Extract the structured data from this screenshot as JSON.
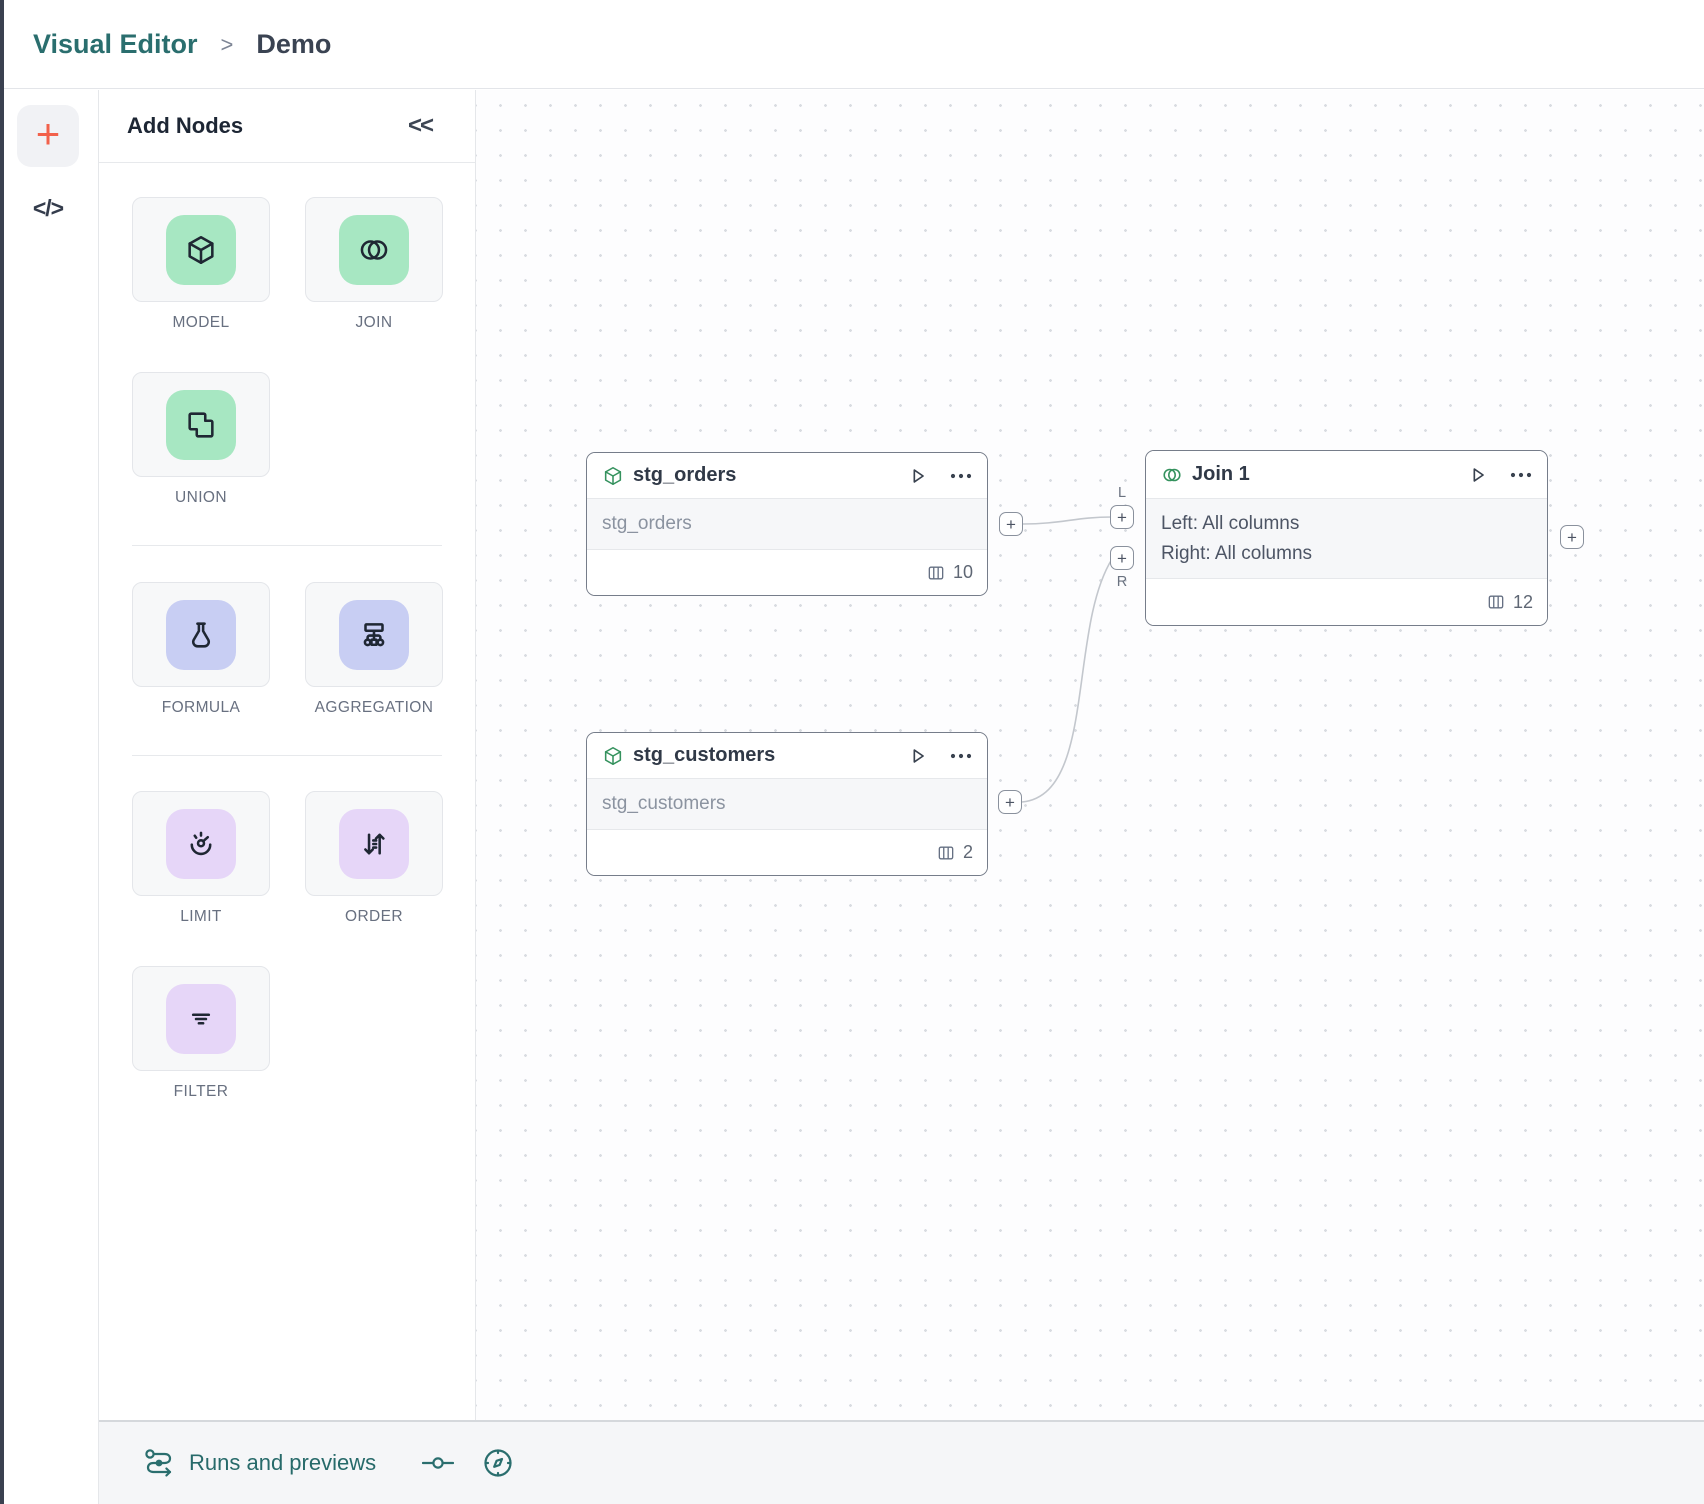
{
  "header": {
    "breadcrumb_parent": "Visual Editor",
    "breadcrumb_separator": ">",
    "breadcrumb_current": "Demo"
  },
  "rail": {
    "add_button": "+",
    "code_button": "</>"
  },
  "panel": {
    "title": "Add Nodes",
    "collapse_icon": "<<",
    "tiles": [
      {
        "label": "MODEL",
        "icon": "cube-icon",
        "color": "#a7e7c2"
      },
      {
        "label": "JOIN",
        "icon": "join-circles-icon",
        "color": "#a7e7c2"
      },
      {
        "label": "UNION",
        "icon": "union-shapes-icon",
        "color": "#a7e7c2"
      },
      {
        "label": "FORMULA",
        "icon": "flask-icon",
        "color": "#c8cef3"
      },
      {
        "label": "AGGREGATION",
        "icon": "hierarchy-icon",
        "color": "#c8cef3"
      },
      {
        "label": "LIMIT",
        "icon": "gauge-icon",
        "color": "#e6d6f8"
      },
      {
        "label": "ORDER",
        "icon": "sort-arrows-icon",
        "color": "#e6d6f8"
      },
      {
        "label": "FILTER",
        "icon": "filter-lines-icon",
        "color": "#e6d6f8"
      }
    ]
  },
  "canvas": {
    "nodes": {
      "stg_orders": {
        "title": "stg_orders",
        "body": "stg_orders",
        "column_count": "10"
      },
      "stg_customers": {
        "title": "stg_customers",
        "body": "stg_customers",
        "column_count": "2"
      },
      "join1": {
        "title": "Join 1",
        "body_line1": "Left: All columns",
        "body_line2": "Right: All columns",
        "column_count": "12"
      }
    },
    "handles": {
      "plus": "+",
      "left_label": "L",
      "right_label": "R"
    }
  },
  "footer_bar": {
    "runs_label": "Runs and previews"
  },
  "colors": {
    "accent_teal": "#2a6e6e",
    "coral": "#f2614b",
    "node_green_icon": "#35925e",
    "green_tile": "#a7e7c2",
    "periwinkle_tile": "#c8cef3",
    "lilac_tile": "#e6d6f8"
  }
}
